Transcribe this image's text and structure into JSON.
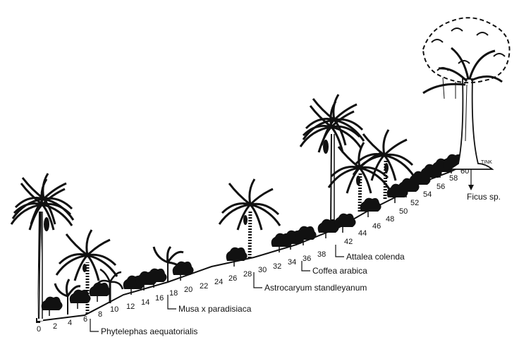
{
  "transect": {
    "ticks": [
      "0",
      "2",
      "4",
      "6",
      "8",
      "10",
      "12",
      "14",
      "16",
      "18",
      "20",
      "22",
      "24",
      "26",
      "28",
      "30",
      "32",
      "34",
      "36",
      "38",
      "42",
      "44",
      "46",
      "48",
      "50",
      "52",
      "54",
      "56",
      "58",
      "60"
    ]
  },
  "labels": {
    "phytelephas": "Phytelephas aequatorialis",
    "musa": "Musa x paradisiaca",
    "astrocaryum": "Astrocaryum standleyanum",
    "coffea": "Coffea arabica",
    "attalea": "Attalea colenda",
    "ficus": "Ficus sp."
  },
  "signature": "TINK"
}
